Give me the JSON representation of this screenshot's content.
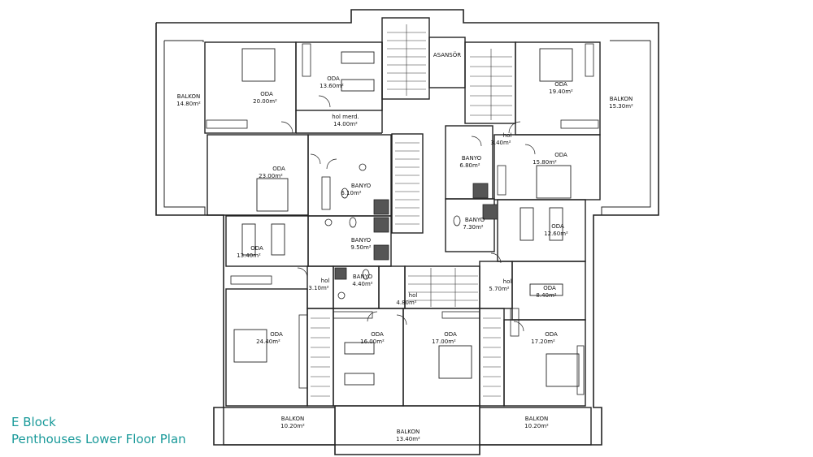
{
  "caption": {
    "block": "E Block",
    "title": "Penthouses Lower Floor Plan"
  },
  "colors": {
    "caption": "#1a9a9a",
    "walls": "#222222",
    "background": "#ffffff"
  },
  "rooms": [
    {
      "id": "balkon-nw",
      "name": "BALKON",
      "area": "14.80m²"
    },
    {
      "id": "oda-nw",
      "name": "ODA",
      "area": "20.00m²"
    },
    {
      "id": "oda-n",
      "name": "ODA",
      "area": "13.60m²"
    },
    {
      "id": "hol-merd",
      "name": "hol merd.",
      "area": "14.00m²"
    },
    {
      "id": "asansor",
      "name": "ASANSÖR",
      "area": ""
    },
    {
      "id": "oda-ne",
      "name": "ODA",
      "area": "19.40m²"
    },
    {
      "id": "balkon-ne",
      "name": "BALKON",
      "area": "15.30m²"
    },
    {
      "id": "hol-ne",
      "name": "hol",
      "area": "3.40m²"
    },
    {
      "id": "banyo-e1",
      "name": "BANYO",
      "area": "6.80m²"
    },
    {
      "id": "oda-e1",
      "name": "ODA",
      "area": "15.80m²"
    },
    {
      "id": "oda-w1",
      "name": "ODA",
      "area": "23.00m²"
    },
    {
      "id": "banyo-c1",
      "name": "BANYO",
      "area": "6.10m²"
    },
    {
      "id": "banyo-e2",
      "name": "BANYO",
      "area": "7.30m²"
    },
    {
      "id": "oda-e2",
      "name": "ODA",
      "area": "12.60m²"
    },
    {
      "id": "oda-w2",
      "name": "ODA",
      "area": "13.40m²"
    },
    {
      "id": "banyo-c2",
      "name": "BANYO",
      "area": "9.50m²"
    },
    {
      "id": "hol-w",
      "name": "hol",
      "area": "3.10m²"
    },
    {
      "id": "banyo-c3",
      "name": "BANYO",
      "area": "4.40m²"
    },
    {
      "id": "hol-c",
      "name": "hol",
      "area": "4.80m²"
    },
    {
      "id": "hol-e",
      "name": "hol",
      "area": "5.70m²"
    },
    {
      "id": "oda-e3",
      "name": "ODA",
      "area": "8.40m²"
    },
    {
      "id": "oda-sw",
      "name": "ODA",
      "area": "24.40m²"
    },
    {
      "id": "oda-s1",
      "name": "ODA",
      "area": "16.00m²"
    },
    {
      "id": "oda-s2",
      "name": "ODA",
      "area": "17.00m²"
    },
    {
      "id": "oda-se",
      "name": "ODA",
      "area": "17.20m²"
    },
    {
      "id": "balkon-sw",
      "name": "BALKON",
      "area": "10.20m²"
    },
    {
      "id": "balkon-s",
      "name": "BALKON",
      "area": "13.40m²"
    },
    {
      "id": "balkon-se",
      "name": "BALKON",
      "area": "10.20m²"
    }
  ]
}
